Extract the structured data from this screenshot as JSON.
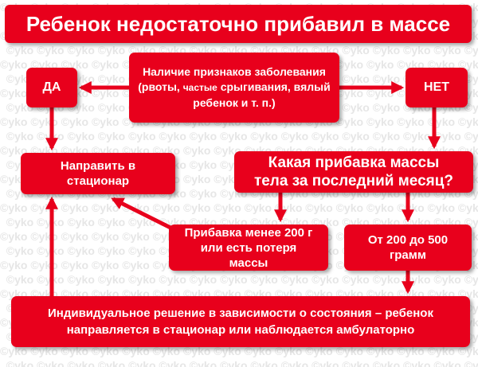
{
  "title": "Ребенок недостаточно прибавил в массе",
  "question_symptoms": {
    "line1": "Наличие признаков заболевания",
    "line2_a": "(рвоты, ",
    "line2_b": "частые",
    "line2_c": " срыгивания, вялый",
    "line3": "ребенок и т. п.)"
  },
  "answer_yes": "ДА",
  "answer_no": "НЕТ",
  "refer": {
    "line1": "Направить в",
    "line2": "стационар"
  },
  "question_gain": {
    "line1": "Какая прибавка массы",
    "line2": "тела за последний месяц?"
  },
  "gain_less": {
    "line1": "Прибавка менее 200 г",
    "line2": "или есть потеря",
    "line3": "массы"
  },
  "gain_between": {
    "line1": "От 200 до 500",
    "line2": "грамм"
  },
  "decision": {
    "line1": "Индивидуальное решение в зависимости о состояния – ребенок",
    "line2": "направляется в стационар или наблюдается амбулаторно"
  },
  "watermark": "©yko",
  "colors": {
    "box": "#e8001c",
    "arrow": "#e8001c",
    "text": "#ffffff",
    "watermark": "#e6e6e6"
  }
}
